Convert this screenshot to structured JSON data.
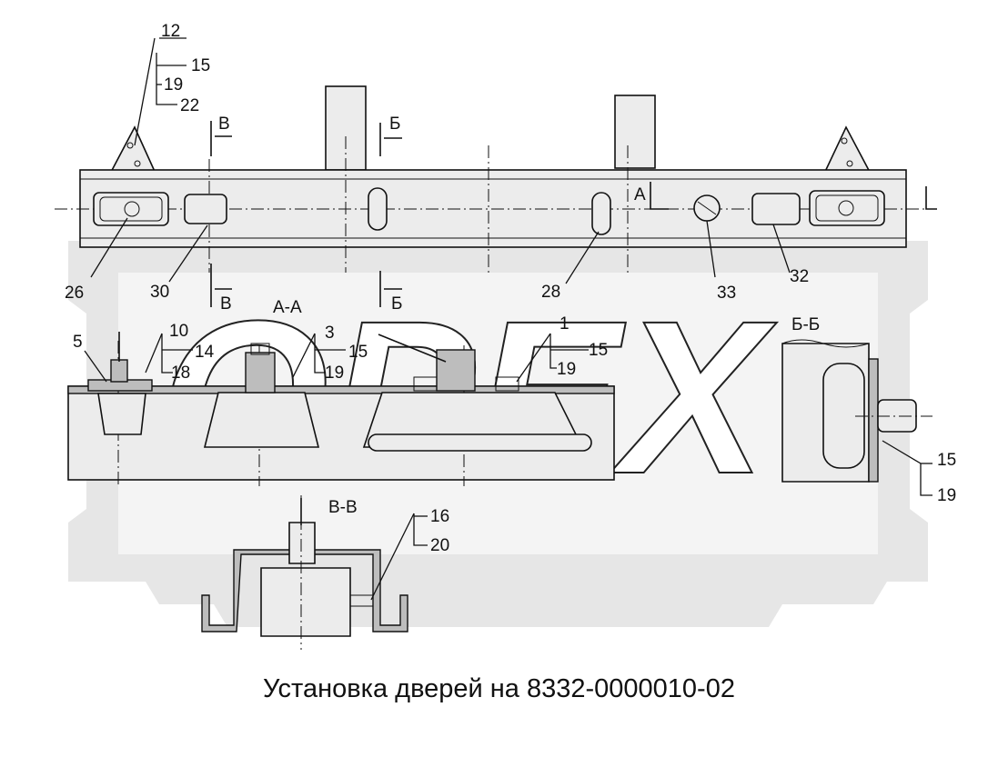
{
  "caption": "Установка дверей на 8332-0000010-02",
  "watermark": "OPEX",
  "colors": {
    "watermark": "#d6d6d6",
    "ink": "#111111",
    "background": "#ffffff"
  },
  "sections": {
    "aa": "А-А",
    "bb": "Б-Б",
    "vv": "В-В"
  },
  "markers": {
    "a": "А",
    "b": "Б",
    "v": "В"
  },
  "callouts": {
    "c12": "12",
    "c15a": "15",
    "c19a": "19",
    "c22": "22",
    "c26": "26",
    "c30": "30",
    "c28": "28",
    "c33": "33",
    "c32": "32",
    "c5": "5",
    "c10": "10",
    "c14": "14",
    "c18": "18",
    "c3": "3",
    "c15b": "15",
    "c19b": "19",
    "c1": "1",
    "c15c": "15",
    "c19c": "19",
    "c15d": "15",
    "c19d": "19",
    "c16": "16",
    "c20": "20"
  }
}
